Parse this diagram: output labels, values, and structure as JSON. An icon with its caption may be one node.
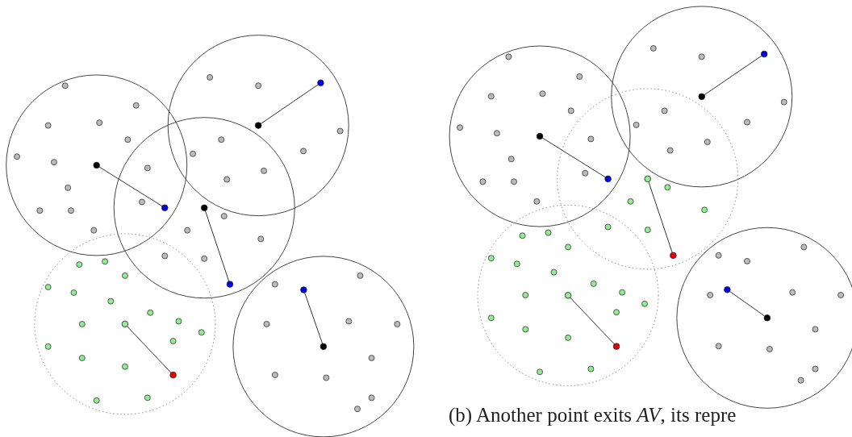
{
  "diagram": {
    "nodes": [
      {
        "text": [],
        "shape": "circle"
      },
      {
        "text": [],
        "shape": "circle"
      },
      {
        "text": [],
        "shape": "circle"
      },
      {
        "text": [],
        "shape": "circle"
      },
      {
        "text": [],
        "shape": "circle"
      },
      {
        "text": [],
        "shape": "circle"
      },
      {
        "text": [],
        "shape": "circle"
      },
      {
        "text": [],
        "shape": "circle"
      },
      {
        "text": [],
        "shape": "circle"
      },
      {
        "text": [],
        "shape": "circle"
      },
      {
        "text": [],
        "shape": "circle"
      },
      {
        "text": [],
        "shape": "circle"
      },
      {
        "text": [],
        "shape": "circle"
      },
      {
        "text": [],
        "shape": "circle"
      },
      {
        "text": [],
        "shape": "circle"
      },
      {
        "text": [],
        "shape": "circle"
      },
      {
        "text": [],
        "shape": "circle"
      },
      {
        "text": [],
        "shape": "circle"
      },
      {
        "text": [],
        "shape": "circle"
      },
      {
        "text": [],
        "shape": "circle"
      }
    ],
    "edges": [
      {
        "from": 0,
        "to": 1,
        "arrow": "none"
      },
      {
        "from": 2,
        "to": 3,
        "arrow": "none"
      },
      {
        "from": 4,
        "to": 5,
        "arrow": "none"
      },
      {
        "from": 6,
        "to": 7,
        "arrow": "none"
      },
      {
        "from": 8,
        "to": 9,
        "arrow": "none"
      },
      {
        "from": 10,
        "to": 11,
        "arrow": "none"
      },
      {
        "from": 12,
        "to": 13,
        "arrow": "none"
      },
      {
        "from": 14,
        "to": 15,
        "arrow": "none"
      },
      {
        "from": 16,
        "to": 17,
        "arrow": "none"
      },
      {
        "from": 18,
        "to": 19,
        "arrow": "none"
      }
    ],
    "labels": [
      "(b) Another point exits *AV*, its repre"
    ]
  }
}
